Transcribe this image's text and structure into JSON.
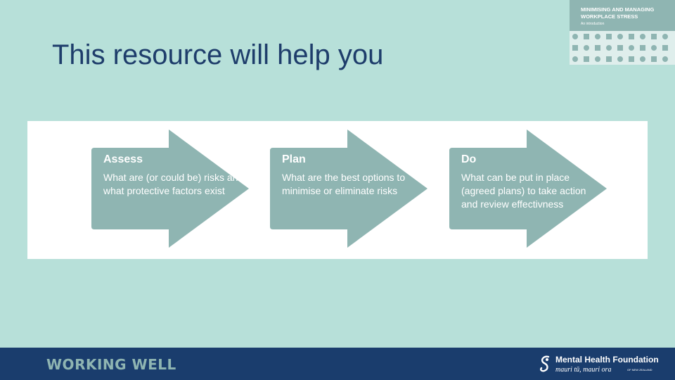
{
  "slide": {
    "title": "This resource will help you"
  },
  "cover": {
    "title": "MINIMISING AND MANAGING WORKPLACE STRESS",
    "subtitle": "An introduction"
  },
  "steps": [
    {
      "heading": "Assess",
      "text": "What are (or could be) risks and what protective factors exist"
    },
    {
      "heading": "Plan",
      "text": "What are the best options to minimise or eliminate risks"
    },
    {
      "heading": "Do",
      "text": "What can be put in place (agreed plans) to take action and review effectivness"
    }
  ],
  "footer": {
    "brand": "WORKING WELL",
    "org_name": "Mental Health Foundation",
    "org_tagline": "mauri tū, mauri ora",
    "org_region": "OF NEW ZEALAND"
  },
  "colors": {
    "background": "#b7e0d9",
    "arrow": "#8fb5b2",
    "footer": "#1a3d6d",
    "title": "#1e3d6b"
  }
}
